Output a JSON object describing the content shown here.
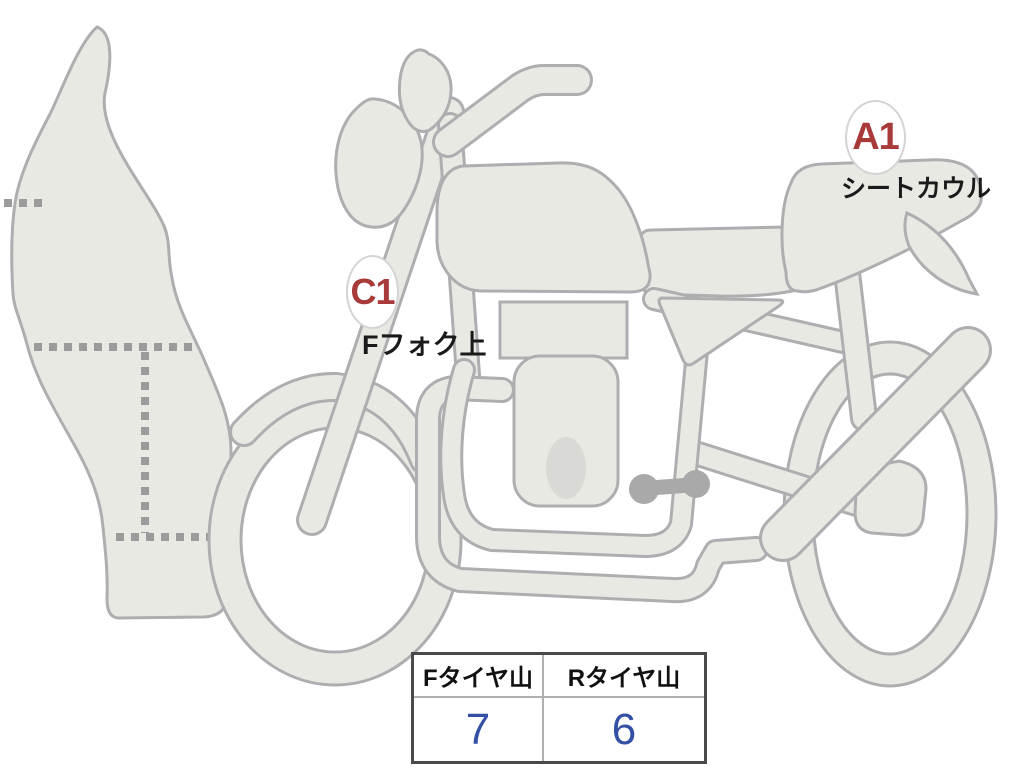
{
  "annotations": {
    "a1": {
      "code": "A1",
      "label": "シートカウル"
    },
    "c1": {
      "code": "C1",
      "label": "Fフォク上"
    }
  },
  "tire_table": {
    "headers": [
      "Fタイヤ山",
      "Rタイヤ山"
    ],
    "values": [
      "7",
      "6"
    ]
  },
  "colors": {
    "body_fill": "#e9e9e4",
    "outline_gray": "#aeaeb0",
    "dotted_gray": "#9b9b9b",
    "accent_gray": "#a9a9a9",
    "marker_red": "#a93a3a",
    "value_blue": "#3350a5",
    "table_outer_border": "#4a4a4a",
    "table_inner_border": "#b0b0b2"
  }
}
